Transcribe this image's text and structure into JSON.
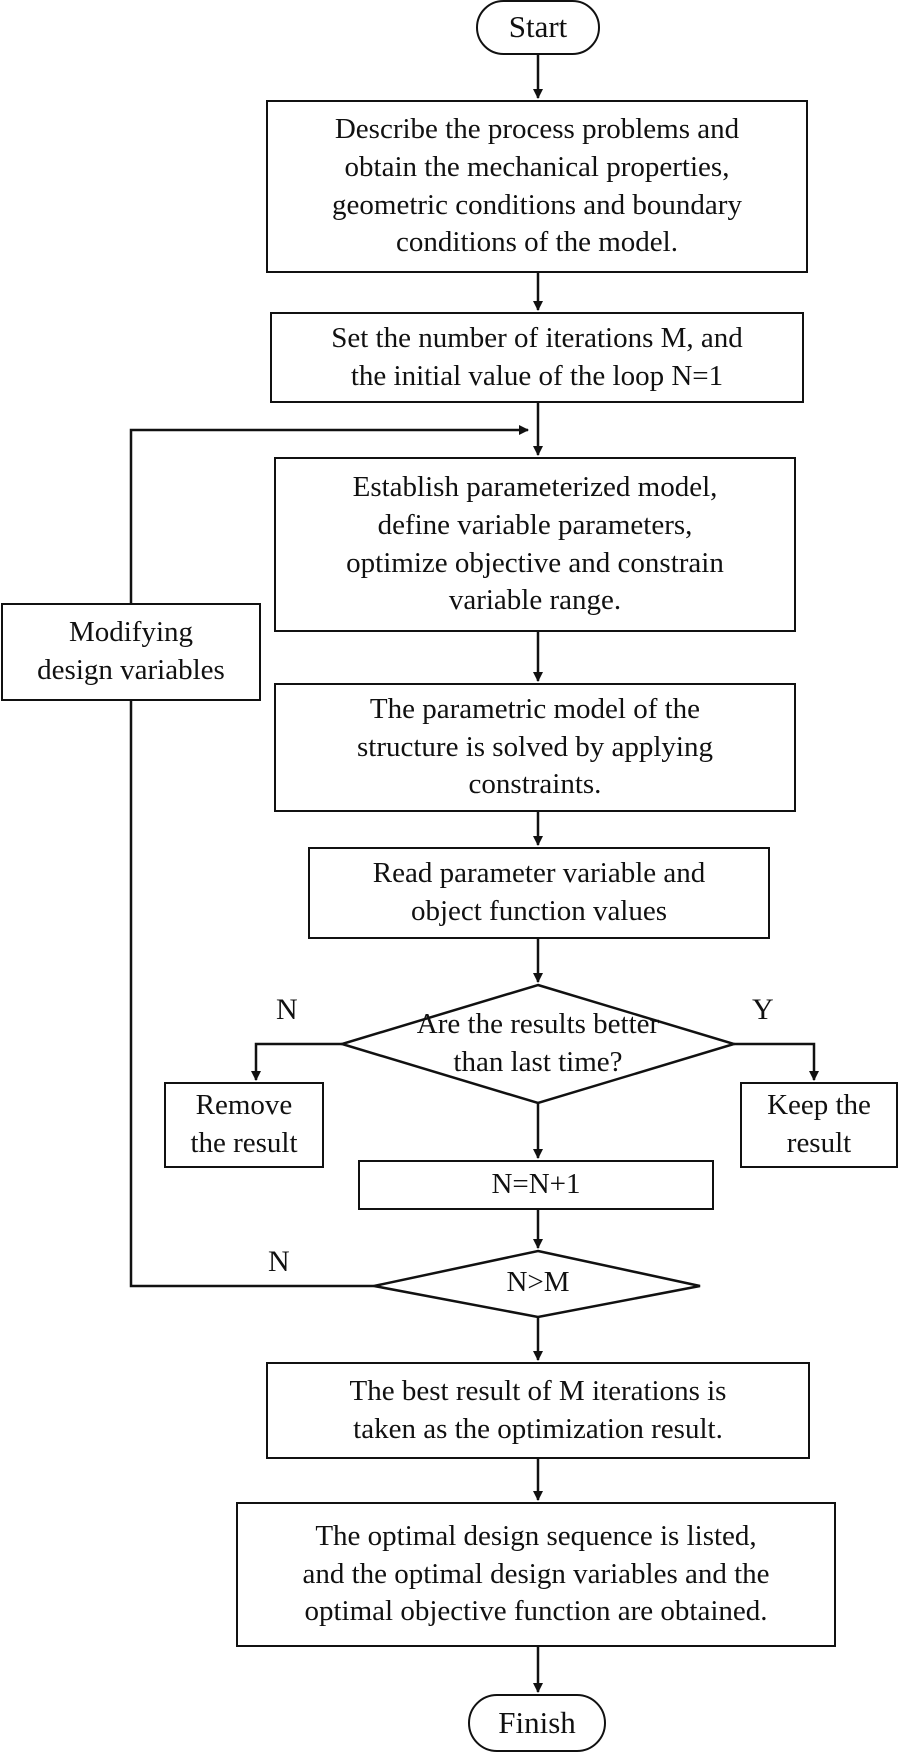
{
  "nodes": {
    "start": "Start",
    "describe": "Describe the process problems and\nobtain the mechanical properties,\ngeometric conditions and boundary\nconditions of the model.",
    "set_iterations": "Set the number of iterations M, and\nthe initial value of the loop N=1",
    "establish": "Establish parameterized model,\ndefine variable parameters,\noptimize objective and constrain\nvariable range.",
    "parametric": "The parametric model of the\nstructure is solved by applying\nconstraints.",
    "read": "Read parameter variable and\nobject function values",
    "decision_better": "Are the results better\nthan last time?",
    "remove": "Remove\nthe result",
    "keep": "Keep the\nresult",
    "increment": "N=N+1",
    "decision_nm": "N>M",
    "modify": "Modifying\ndesign variables",
    "best": "The best result of M iterations is\ntaken as the optimization result.",
    "optimal": "The optimal design sequence is listed,\nand the optimal design variables and the\noptimal objective function are obtained.",
    "finish": "Finish"
  },
  "labels": {
    "no_left": "N",
    "yes_right": "Y",
    "no_loop": "N"
  }
}
